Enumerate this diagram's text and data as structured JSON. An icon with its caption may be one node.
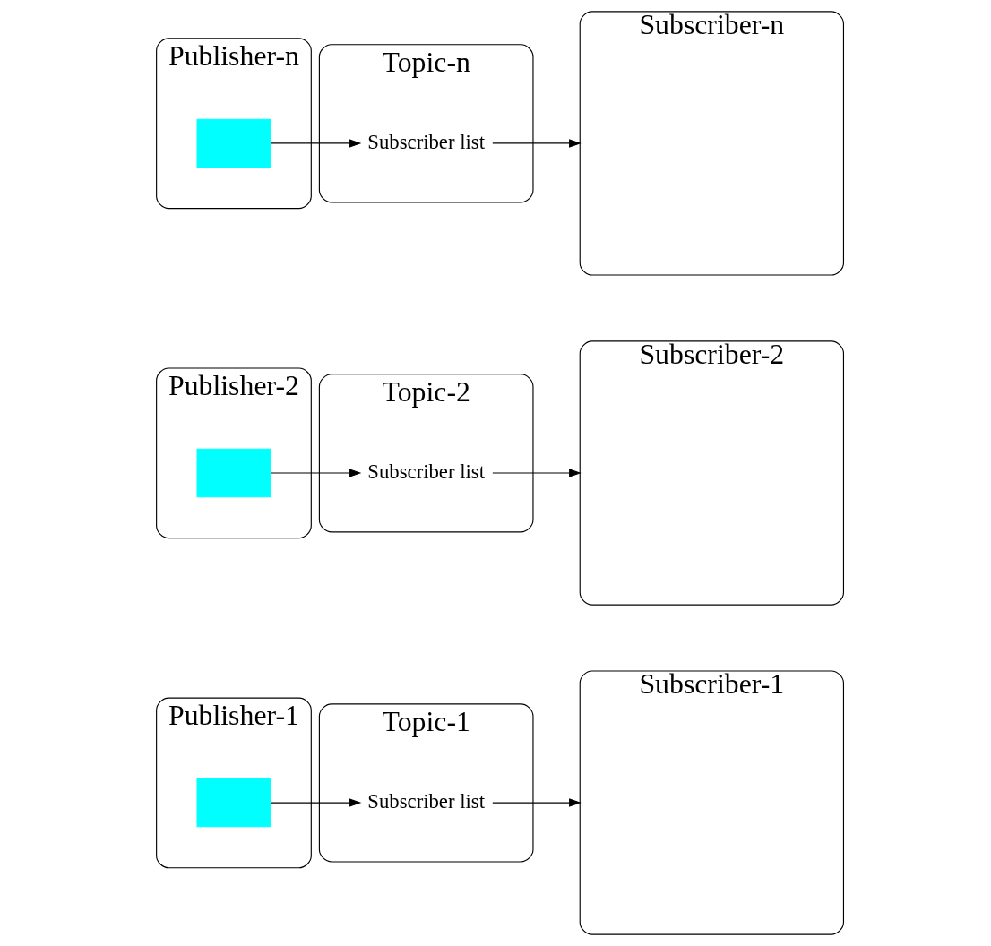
{
  "diagram": {
    "nodes": [
      {
        "text": [
          "Publisher-1"
        ]
      },
      {
        "text": [],
        "shape": "box",
        "in": 0
      },
      {
        "text": [
          "Topic-1"
        ]
      },
      {
        "text": [
          "Subscriber list"
        ],
        "in": 2
      },
      {
        "text": [
          "Subscriber-1"
        ]
      },
      {
        "text": [
          "Publisher-2"
        ]
      },
      {
        "text": [],
        "shape": "box",
        "in": 5
      },
      {
        "text": [
          "Topic-2"
        ]
      },
      {
        "text": [
          "Subscriber list"
        ],
        "in": 7
      },
      {
        "text": [
          "Subscriber-2"
        ]
      },
      {
        "text": [
          "Publisher-n"
        ]
      },
      {
        "text": [],
        "shape": "box",
        "in": 10
      },
      {
        "text": [
          "Topic-n"
        ]
      },
      {
        "text": [
          "Subscriber list"
        ],
        "in": 12
      },
      {
        "text": [
          "Subscriber-n"
        ]
      }
    ],
    "edges": [
      {
        "from": 1,
        "to": 3,
        "arrow": "to"
      },
      {
        "from": 3,
        "to": 4,
        "arrow": "to"
      },
      {
        "from": 6,
        "to": 8,
        "arrow": "to"
      },
      {
        "from": 8,
        "to": 9,
        "arrow": "to"
      },
      {
        "from": 11,
        "to": 13,
        "arrow": "to"
      },
      {
        "from": 13,
        "to": 14,
        "arrow": "to"
      }
    ]
  }
}
